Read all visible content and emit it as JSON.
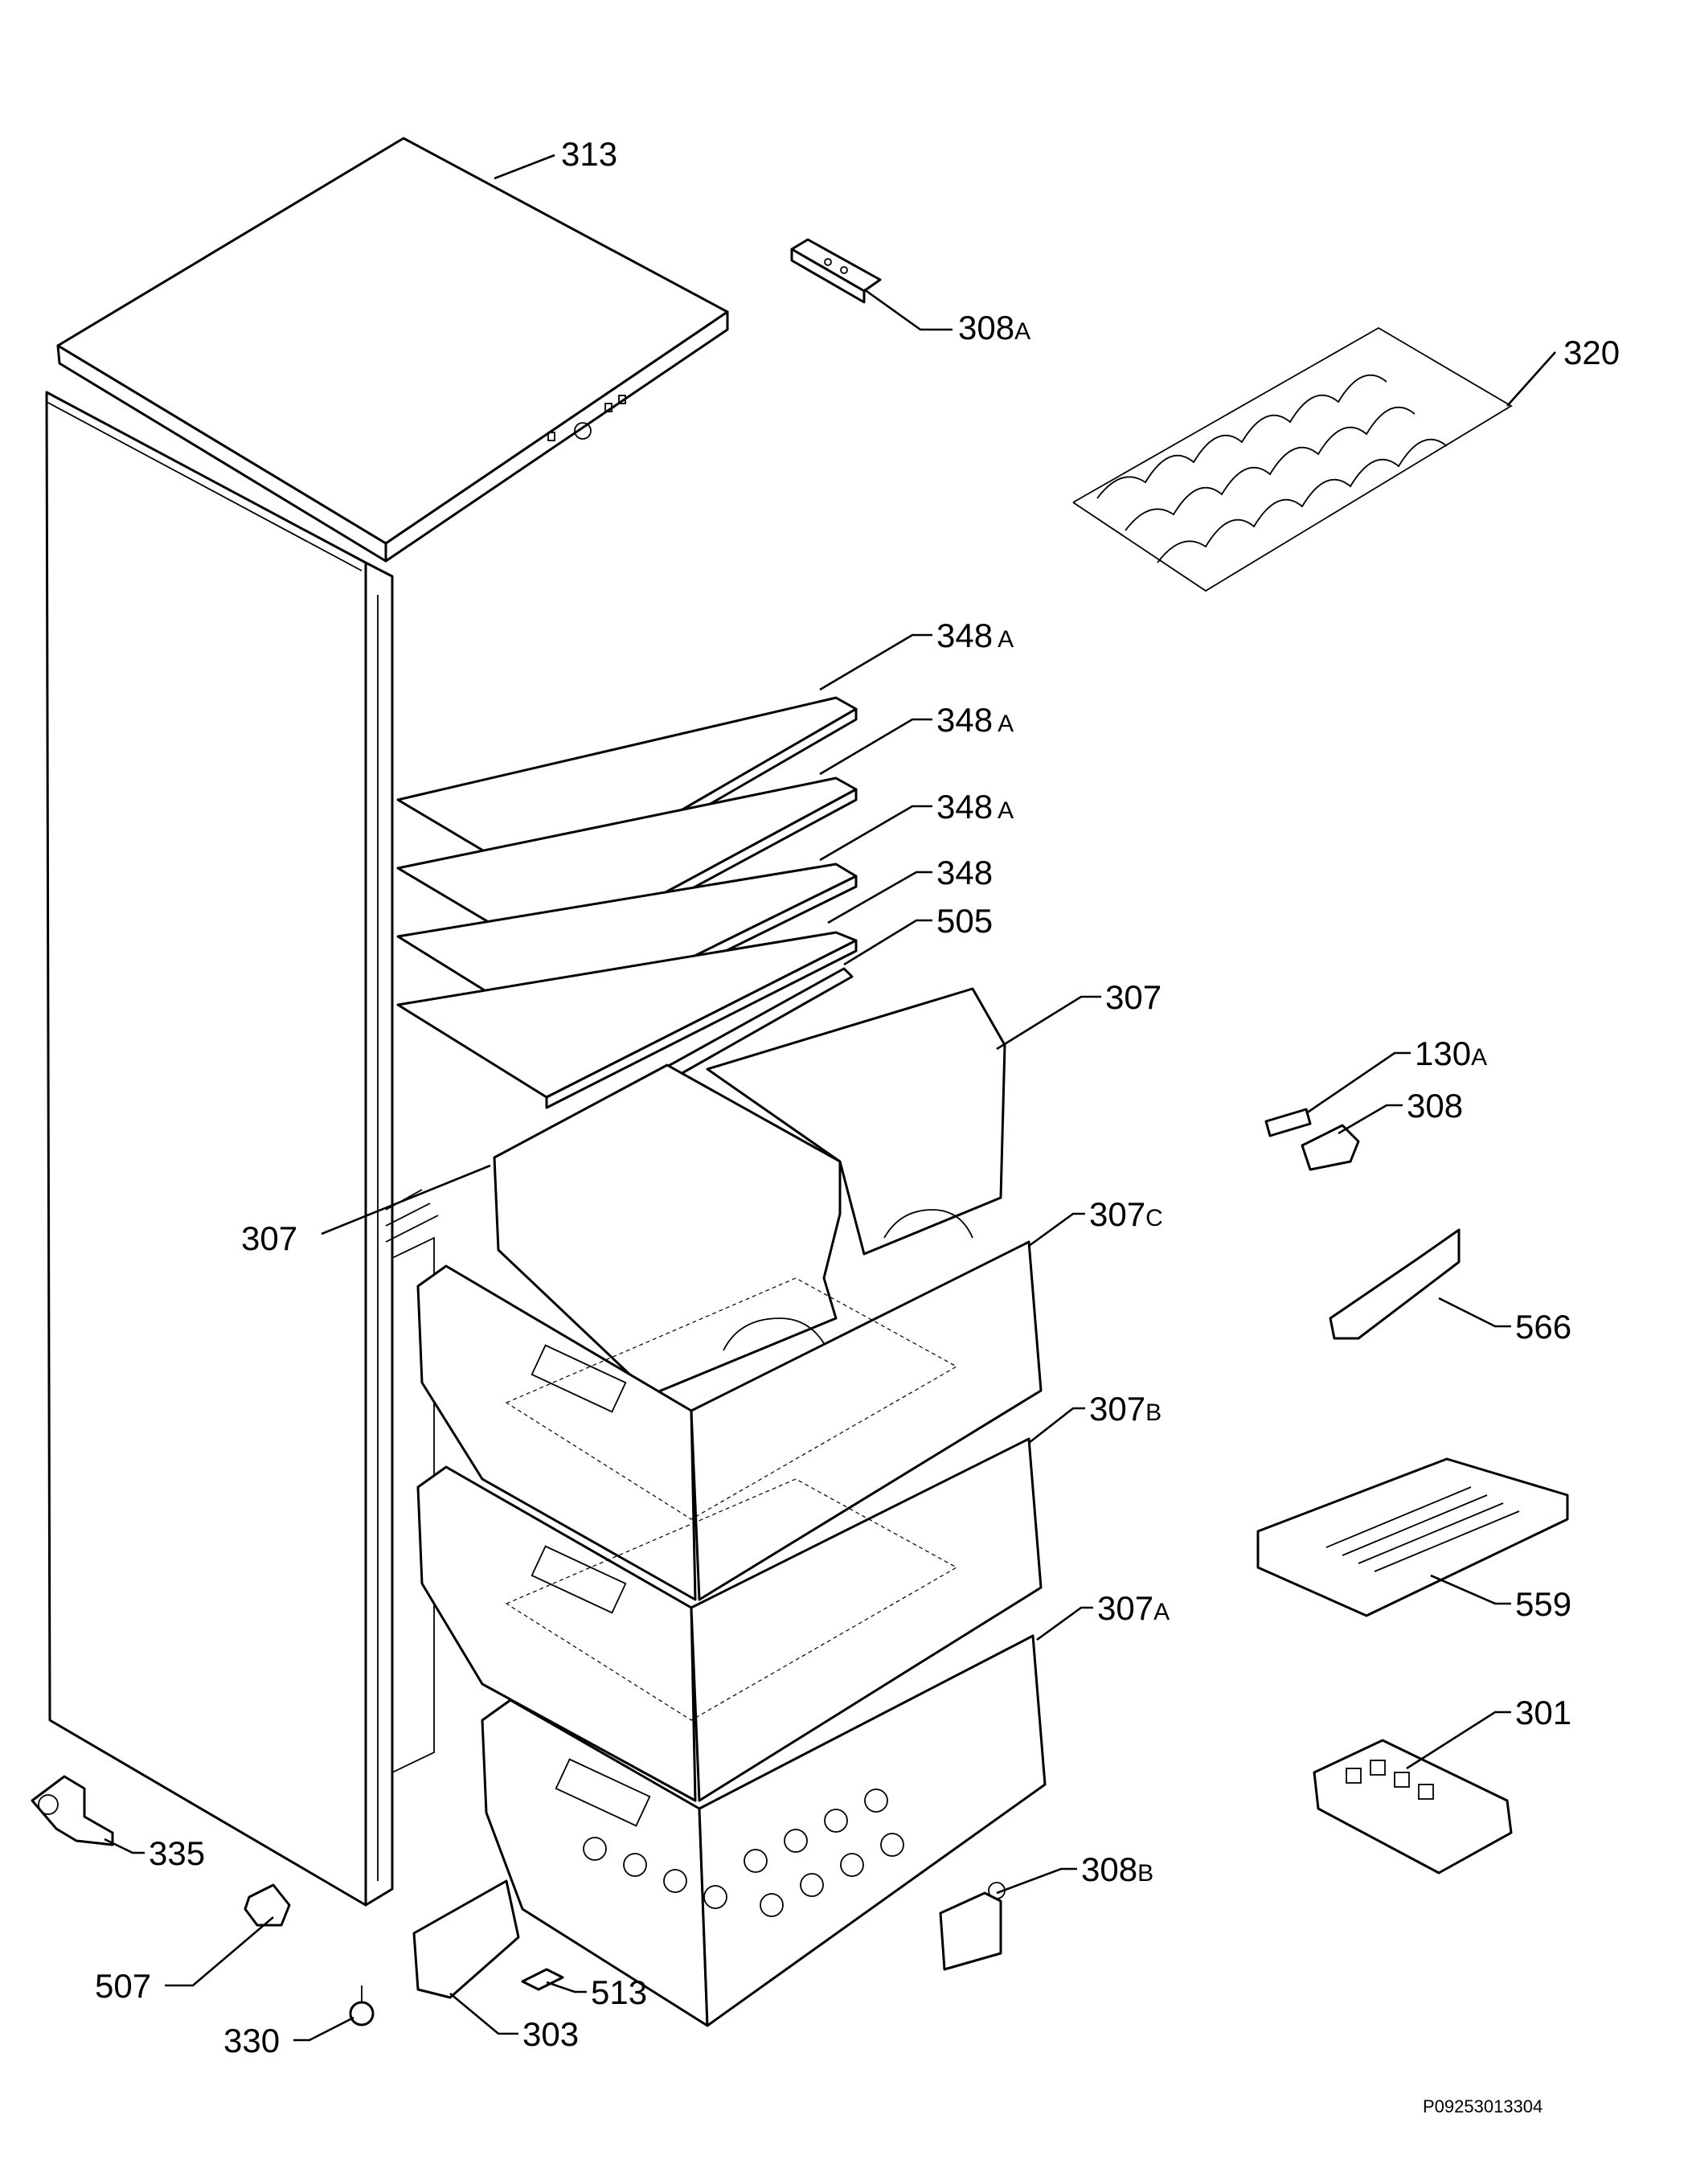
{
  "reference_code": "P09253013304",
  "callouts": [
    {
      "id": "313",
      "num": "313",
      "suffix": ""
    },
    {
      "id": "308a",
      "num": "308",
      "suffix": "A"
    },
    {
      "id": "320",
      "num": "320",
      "suffix": ""
    },
    {
      "id": "348a-1",
      "num": "348",
      "suffix": "A"
    },
    {
      "id": "348a-2",
      "num": "348",
      "suffix": "A"
    },
    {
      "id": "348a-3",
      "num": "348",
      "suffix": "A"
    },
    {
      "id": "348",
      "num": "348",
      "suffix": ""
    },
    {
      "id": "505",
      "num": "505",
      "suffix": ""
    },
    {
      "id": "307-right",
      "num": "307",
      "suffix": ""
    },
    {
      "id": "307-left",
      "num": "307",
      "suffix": ""
    },
    {
      "id": "307c",
      "num": "307",
      "suffix": "C"
    },
    {
      "id": "307b",
      "num": "307",
      "suffix": "B"
    },
    {
      "id": "307a",
      "num": "307",
      "suffix": "A"
    },
    {
      "id": "130a",
      "num": "130",
      "suffix": "A"
    },
    {
      "id": "308",
      "num": "308",
      "suffix": ""
    },
    {
      "id": "566",
      "num": "566",
      "suffix": ""
    },
    {
      "id": "559",
      "num": "559",
      "suffix": ""
    },
    {
      "id": "301",
      "num": "301",
      "suffix": ""
    },
    {
      "id": "335",
      "num": "335",
      "suffix": ""
    },
    {
      "id": "507",
      "num": "507",
      "suffix": ""
    },
    {
      "id": "330",
      "num": "330",
      "suffix": ""
    },
    {
      "id": "303",
      "num": "303",
      "suffix": ""
    },
    {
      "id": "513",
      "num": "513",
      "suffix": ""
    },
    {
      "id": "308b",
      "num": "308",
      "suffix": "B"
    }
  ]
}
